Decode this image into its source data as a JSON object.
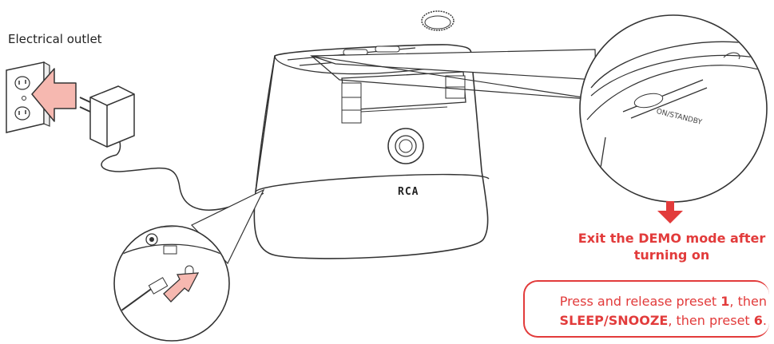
{
  "labels": {
    "electrical_outlet": "Electrical outlet",
    "brand_logo": "RCA",
    "on_standby": "ON/STANDBY"
  },
  "instruction": {
    "title": "Exit the DEMO mode after turning on",
    "line1_prefix": "Press and release preset ",
    "line1_preset": "1",
    "line1_suffix": ", then",
    "line2_button": "SLEEP/SNOOZE",
    "line2_mid": ", then preset ",
    "line2_preset": "6",
    "line2_end": "."
  },
  "colors": {
    "accent": "#e23b3b",
    "arrow_fill": "#f6b8b0",
    "line": "#333333"
  }
}
